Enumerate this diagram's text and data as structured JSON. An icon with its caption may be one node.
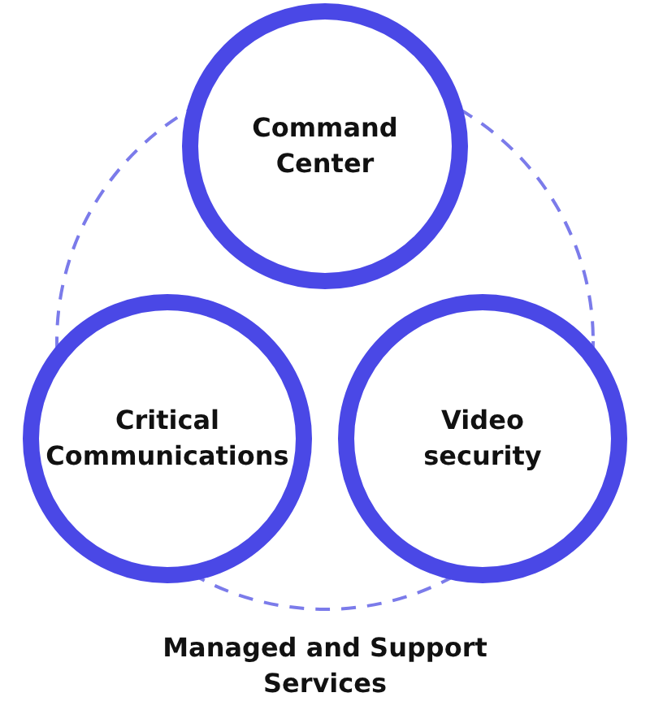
{
  "diagram": {
    "nodes": [
      {
        "text": [
          "Managed and Support Services"
        ]
      },
      {
        "text": [
          "Command Center"
        ]
      },
      {
        "text": [
          "Critical Communications"
        ]
      },
      {
        "text": [
          "Video security"
        ]
      }
    ]
  }
}
